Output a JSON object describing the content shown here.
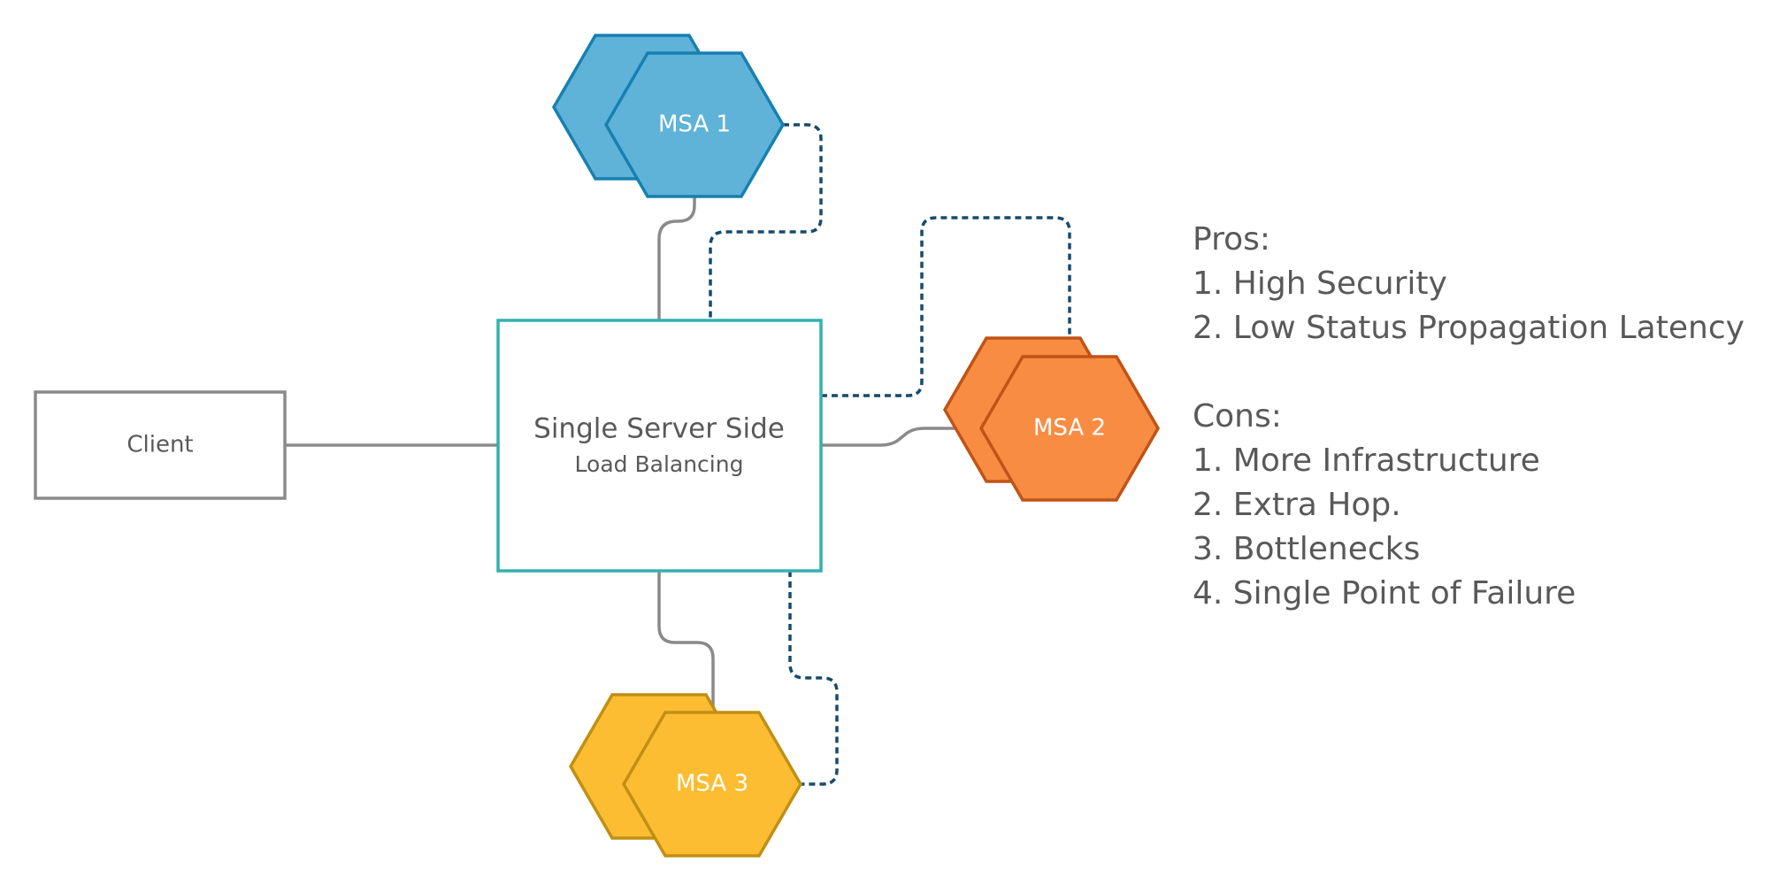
{
  "client": {
    "label": "Client"
  },
  "server": {
    "title": "Single Server Side",
    "subtitle": "Load Balancing"
  },
  "services": [
    {
      "label": "MSA 1",
      "fill": "#5fb3d8",
      "stroke": "#1780b0"
    },
    {
      "label": "MSA 2",
      "fill": "#f98c43",
      "stroke": "#c05316"
    },
    {
      "label": "MSA 3",
      "fill": "#fcbd33",
      "stroke": "#c08f14"
    }
  ],
  "colors": {
    "server_border": "#34b0b0",
    "client_border": "#8a8a8a",
    "solid_connector": "#8a8a8a",
    "dashed_connector": "#174a6e",
    "text": "#595959"
  },
  "notes": {
    "pros_heading": "Pros:",
    "pros": [
      "1. High Security",
      "2. Low Status Propagation Latency"
    ],
    "cons_heading": "Cons:",
    "cons": [
      "1. More Infrastructure",
      "2. Extra Hop.",
      "3. Bottlenecks",
      "4. Single Point of Failure"
    ]
  }
}
